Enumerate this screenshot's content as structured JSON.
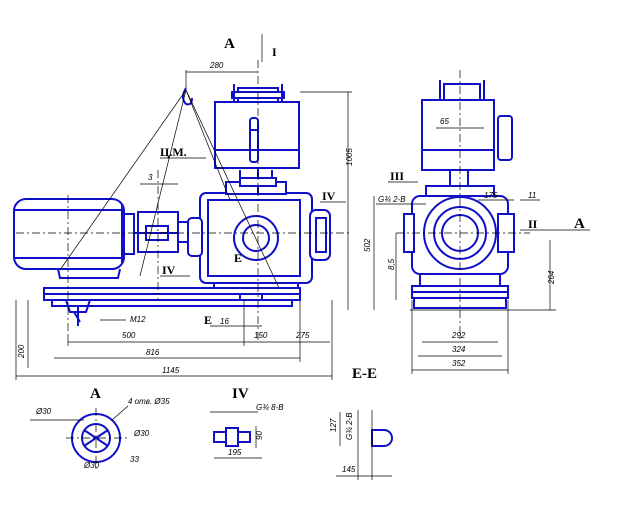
{
  "view_labels": {
    "A_top": "A",
    "I_top": "I",
    "cm": "Ц.М.",
    "III": "III",
    "IV_right": "IV",
    "II": "II",
    "A_right": "A",
    "IV_left": "IV",
    "E_mid": "E",
    "E_low": "E",
    "EE": "E-E",
    "A_detail": "A",
    "IV_detail": "IV"
  },
  "dimensions": {
    "d280": "280",
    "d1005": "1005",
    "d3": "3",
    "d65": "65",
    "d175": "175",
    "d11": "11",
    "gv2b": "G¾ 2-B",
    "d502": "502",
    "d85": "8,5",
    "d264": "264",
    "m12": "M12",
    "d16": "16",
    "d500": "500",
    "d150": "150",
    "d275": "275",
    "d816": "816",
    "d1145": "1145",
    "d200": "200",
    "d292": "292",
    "d324": "324",
    "d352": "352",
    "holes": "4 отв. Ø35",
    "d30a": "Ø30",
    "d30b": "Ø30",
    "d30c": "Ø30",
    "d33": "33",
    "gv8b": "G¾ 8-B",
    "d90": "90",
    "d195": "195",
    "gv2b_v": "G¾ 2-B",
    "d127": "127",
    "d145": "145"
  }
}
